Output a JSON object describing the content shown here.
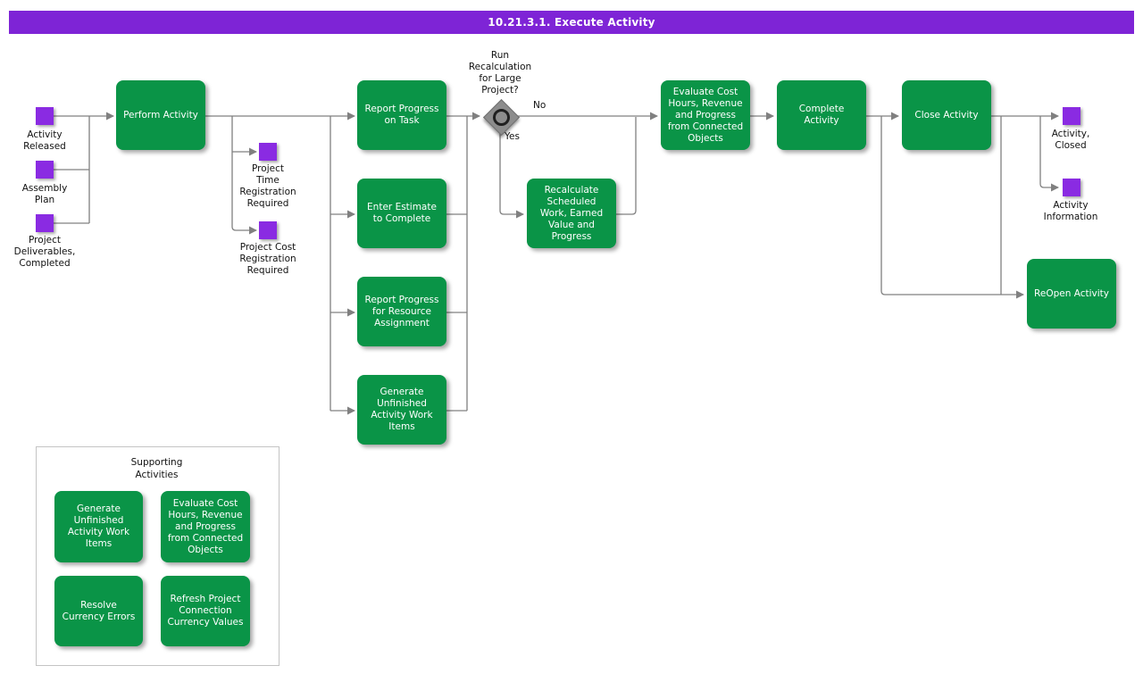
{
  "header": {
    "title": "10.21.3.1. Execute Activity"
  },
  "colors": {
    "header_purple": "#7E24D6",
    "event_purple": "#8A2BE2",
    "task_green": "#0A9447",
    "line_gray": "#808080",
    "gateway_gray": "#8C8C8C",
    "gateway_ring": "#1F1F1F",
    "canvas_bg": "#FFFFFF",
    "label_text": "#111111",
    "supporting_border": "#C4C4C4"
  },
  "events": {
    "activity_released": "Activity\nReleased",
    "assembly_plan": "Assembly\nPlan",
    "project_deliverables": "Project\nDeliverables,\nCompleted",
    "project_time": "Project\nTime\nRegistration\nRequired",
    "project_cost": "Project Cost\nRegistration\nRequired",
    "activity_closed": "Activity,\nClosed",
    "activity_information": "Activity\nInformation"
  },
  "tasks": {
    "perform": "Perform Activity",
    "report_task": "Report Progress\non Task",
    "enter_estimate": "Enter Estimate\nto Complete",
    "report_resource": "Report Progress\nfor Resource\nAssignment",
    "generate_unfinished": "Generate\nUnfinished\nActivity Work\nItems",
    "recalculate": "Recalculate\nScheduled\nWork, Earned\nValue and\nProgress",
    "evaluate": "Evaluate Cost\nHours, Revenue\nand Progress\nfrom Connected\nObjects",
    "complete": "Complete\nActivity",
    "close": "Close Activity",
    "reopen": "ReOpen Activity"
  },
  "gateway": {
    "question": "Run\nRecalculation\nfor Large\nProject?",
    "no": "No",
    "yes": "Yes"
  },
  "supporting": {
    "title": "Supporting\nActivities",
    "generate_unfinished": "Generate\nUnfinished\nActivity Work\nItems",
    "evaluate": "Evaluate Cost\nHours, Revenue\nand Progress\nfrom Connected\nObjects",
    "resolve_currency": "Resolve\nCurrency Errors",
    "refresh_currency": "Refresh Project\nConnection\nCurrency Values"
  }
}
